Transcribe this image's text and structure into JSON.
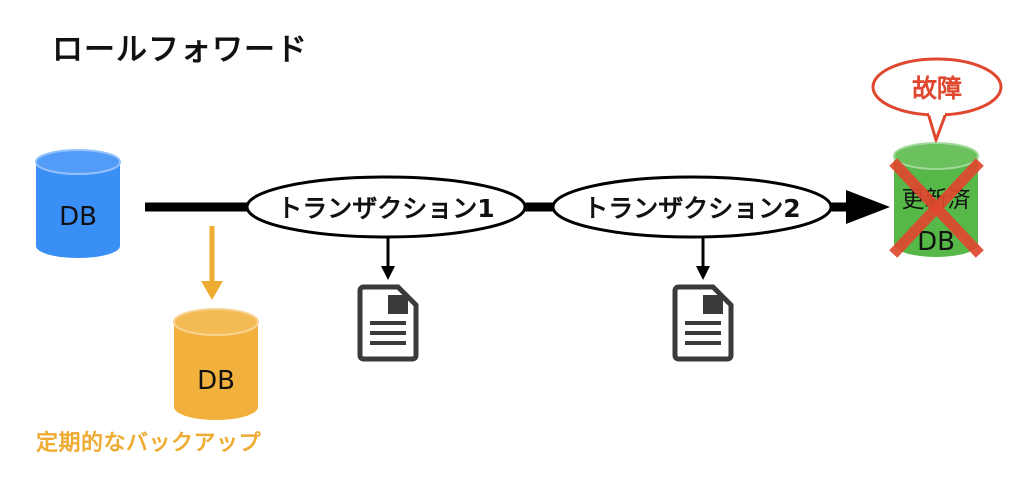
{
  "title": "ロールフォワード",
  "primary_db": {
    "label": "DB",
    "color": "#3a8ff7"
  },
  "backup_db": {
    "label": "DB",
    "color": "#f2b13c"
  },
  "backup_caption": "定期的なバックアップ",
  "backup_color": "#eeac33",
  "transactions": [
    {
      "label": "トランザクション1"
    },
    {
      "label": "トランザクション2"
    }
  ],
  "updated_db": {
    "label_top": "更新済",
    "label_bottom": "DB",
    "color": "#56b947"
  },
  "failure": {
    "label": "故障",
    "color": "#e0472f",
    "cross_color": "#e0472f"
  },
  "log_icon_color": "#3a3a3a"
}
